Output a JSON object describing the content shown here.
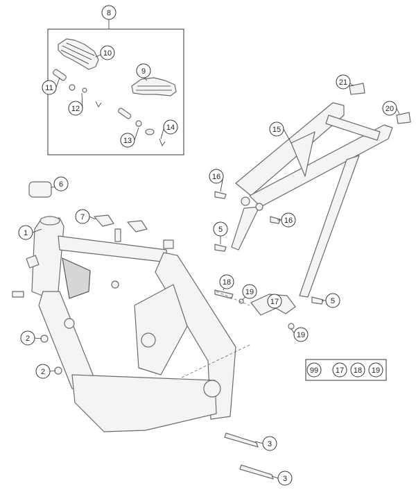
{
  "callouts": {
    "c1": "1",
    "c2a": "2",
    "c2b": "2",
    "c3a": "3",
    "c3b": "3",
    "c5a": "5",
    "c5b": "5",
    "c6": "6",
    "c7": "7",
    "c8": "8",
    "c9": "9",
    "c10": "10",
    "c11": "11",
    "c12": "12",
    "c13": "13",
    "c14": "14",
    "c15": "15",
    "c16a": "16",
    "c16b": "16",
    "c17": "17",
    "c18": "18",
    "c19a": "19",
    "c19b": "19",
    "c20": "20",
    "c21": "21"
  },
  "kit": {
    "kit_number": "99",
    "items": [
      "17",
      "18",
      "19"
    ]
  },
  "colors": {
    "line": "#6a6a6a",
    "fill": "#f4f4f4",
    "callout_stroke": "#333333"
  }
}
